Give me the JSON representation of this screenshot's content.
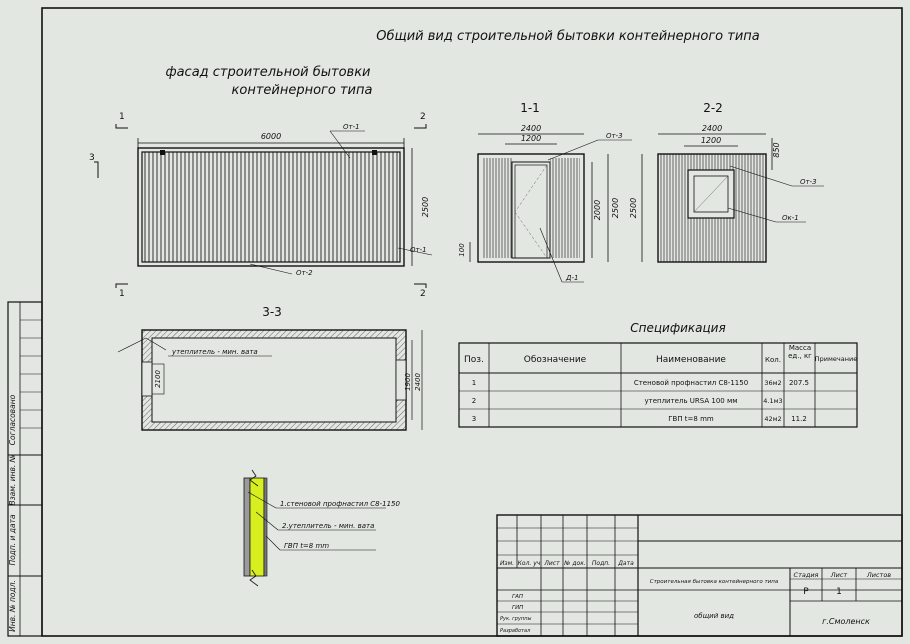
{
  "title": "Общий вид строительной бытовки контейнерного типа",
  "facade": {
    "title_line1": "фасад строительной бытовки",
    "title_line2": "контейнерного типа",
    "dim_length": "6000",
    "dim_height": "2500",
    "labels": {
      "ot1_top": "От-1",
      "ot1_side": "От-1",
      "ot2": "От-2"
    },
    "cut1": "1",
    "cut2": "2",
    "cut3": "3"
  },
  "section11": {
    "title": "1-1",
    "dim_width": "2400",
    "dim_door": "1200",
    "dim_height": "2500",
    "dim_door_h": "2000",
    "dim_base": "100",
    "label_ot3": "От-3",
    "label_d1": "Д-1"
  },
  "section22": {
    "title": "2-2",
    "dim_width": "2400",
    "dim_window": "1200",
    "dim_height": "2500",
    "dim_top": "850",
    "label_ot3": "От-3",
    "label_ok1": "Ок-1"
  },
  "section33": {
    "title": "3-3",
    "insulation": "утеплитель - мин. вата",
    "dim_left": "2100",
    "dim_right_inner": "1900",
    "dim_right_outer": "2400"
  },
  "layers": {
    "l1": "1.стеновой профнастил С8-1150",
    "l2": "2.утеплитель - мин. вата",
    "l3": "ГВП t=8 mm"
  },
  "spec": {
    "title": "Спецификация",
    "headers": [
      "Поз.",
      "Обозначение",
      "Наименование",
      "Кол.",
      "Масса ед., кг",
      "Примечание"
    ],
    "rows": [
      [
        "1",
        "",
        "Стеновой профнастил С8-1150",
        "36м2",
        "207.5",
        ""
      ],
      [
        "2",
        "",
        "утеплитель URSA 100 мм",
        "4.1м3",
        "",
        ""
      ],
      [
        "3",
        "",
        "ГВП t=8 mm",
        "42м2",
        "11.2",
        ""
      ]
    ]
  },
  "sidebar": {
    "soglasovano": "Согласовано",
    "vzam": "Взам. инв. №",
    "podp": "Подп. и дата",
    "inv": "Инв. № подл."
  },
  "stamp": {
    "headers": [
      "Изм.",
      "Кол. уч",
      "Лист",
      "№ док.",
      "Подп.",
      "Дата"
    ],
    "roles": [
      "ГАП",
      "ГИП",
      "Рук. группы",
      "Разработал"
    ],
    "object": "Строительная бытовка контейнерного типа",
    "sheet_name": "общий вид",
    "org": "г.Смоленск",
    "col_stage": "Стадия",
    "col_sheet": "Лист",
    "col_sheets": "Листов",
    "stage": "Р",
    "sheet": "1"
  }
}
